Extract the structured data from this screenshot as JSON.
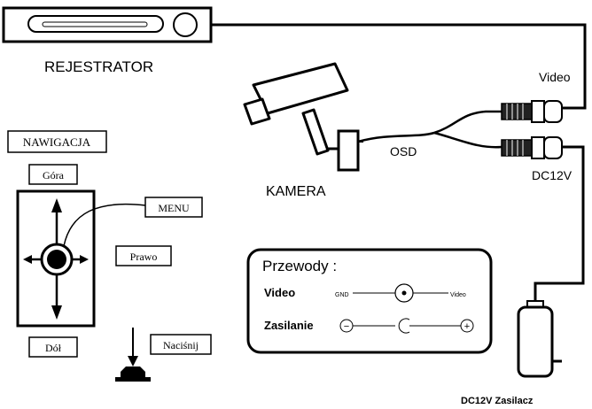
{
  "labels": {
    "recorder": "REJESTRATOR",
    "camera": "KAMERA",
    "video_cable": "Video",
    "osd_cable": "OSD",
    "dc_cable": "DC12V",
    "power_supply": "DC12V Zasilacz"
  },
  "navigation": {
    "title": "NAWIGACJA",
    "up": "Góra",
    "menu": "MENU",
    "right": "Prawo",
    "down": "Dół",
    "press": "Naciśnij"
  },
  "legend": {
    "title": "Przewody :",
    "video_label": "Video",
    "gnd_tag": "GND",
    "video_tag": "Video",
    "power_label": "Zasilanie",
    "minus_symbol": "−",
    "plus_symbol": "+"
  }
}
